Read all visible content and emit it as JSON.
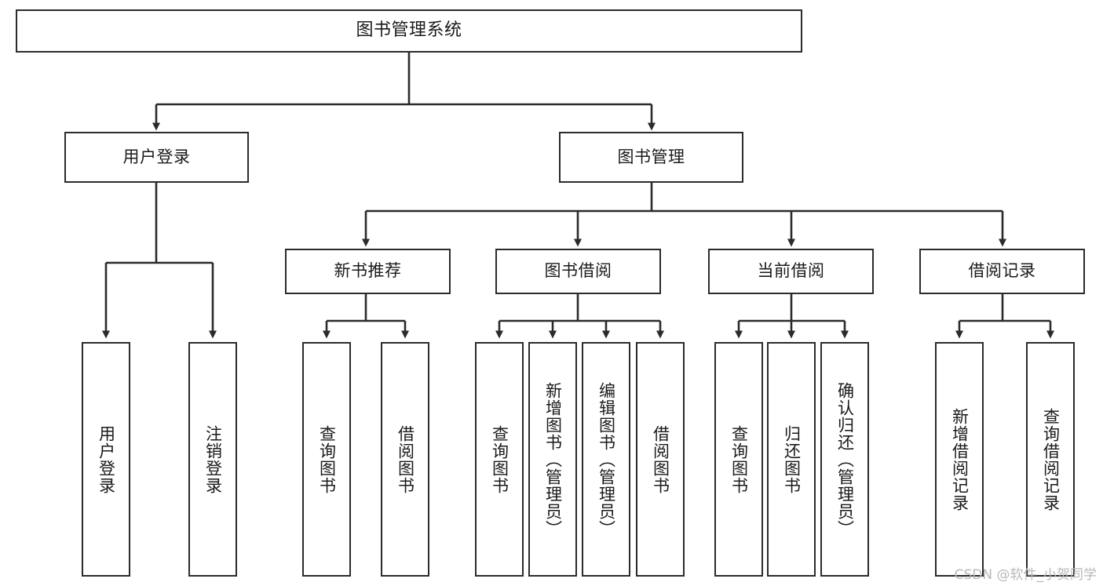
{
  "diagram": {
    "title": "图书管理系统",
    "watermark": "CSDN @软件_小贺同学",
    "line_color": "#2b2b2b",
    "background_color": "#ffffff",
    "text_color": "#1a1a1a",
    "nodes": {
      "root": {
        "label": "图书管理系统"
      },
      "level2": [
        {
          "label": "用户登录"
        },
        {
          "label": "图书管理"
        }
      ],
      "level3": [
        {
          "label": "新书推荐"
        },
        {
          "label": "图书借阅"
        },
        {
          "label": "当前借阅"
        },
        {
          "label": "借阅记录"
        }
      ],
      "leaves": {
        "user_login": [
          {
            "label": "用户登录"
          },
          {
            "label": "注销登录"
          }
        ],
        "new_book_recommend": [
          {
            "label": "查询图书"
          },
          {
            "label": "借阅图书"
          }
        ],
        "book_borrow": [
          {
            "label": "查询图书"
          },
          {
            "label": "新增图书（管理员）"
          },
          {
            "label": "编辑图书（管理员）"
          },
          {
            "label": "借阅图书"
          }
        ],
        "current_borrow": [
          {
            "label": "查询图书"
          },
          {
            "label": "归还图书"
          },
          {
            "label": "确认归还（管理员）"
          }
        ],
        "borrow_record": [
          {
            "label": "新增借阅记录"
          },
          {
            "label": "查询借阅记录"
          }
        ]
      }
    }
  }
}
